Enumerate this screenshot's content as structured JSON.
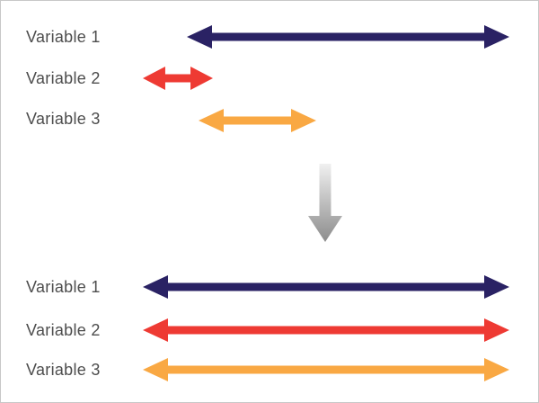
{
  "colors": {
    "navy": "#2a2264",
    "red": "#ee3a33",
    "orange": "#f9a843",
    "gray_arrow_top": "#f0f0f0",
    "gray_arrow_bottom": "#8c8c8c",
    "label_text": "#4d4d4d",
    "frame_border": "#c8c8c8"
  },
  "before": {
    "rows": [
      {
        "label": "Variable 1",
        "arrow_color": "navy"
      },
      {
        "label": "Variable 2",
        "arrow_color": "red"
      },
      {
        "label": "Variable 3",
        "arrow_color": "orange"
      }
    ]
  },
  "transform": {
    "icon": "down-arrow"
  },
  "after": {
    "rows": [
      {
        "label": "Variable 1",
        "arrow_color": "navy"
      },
      {
        "label": "Variable 2",
        "arrow_color": "red"
      },
      {
        "label": "Variable 3",
        "arrow_color": "orange"
      }
    ]
  }
}
